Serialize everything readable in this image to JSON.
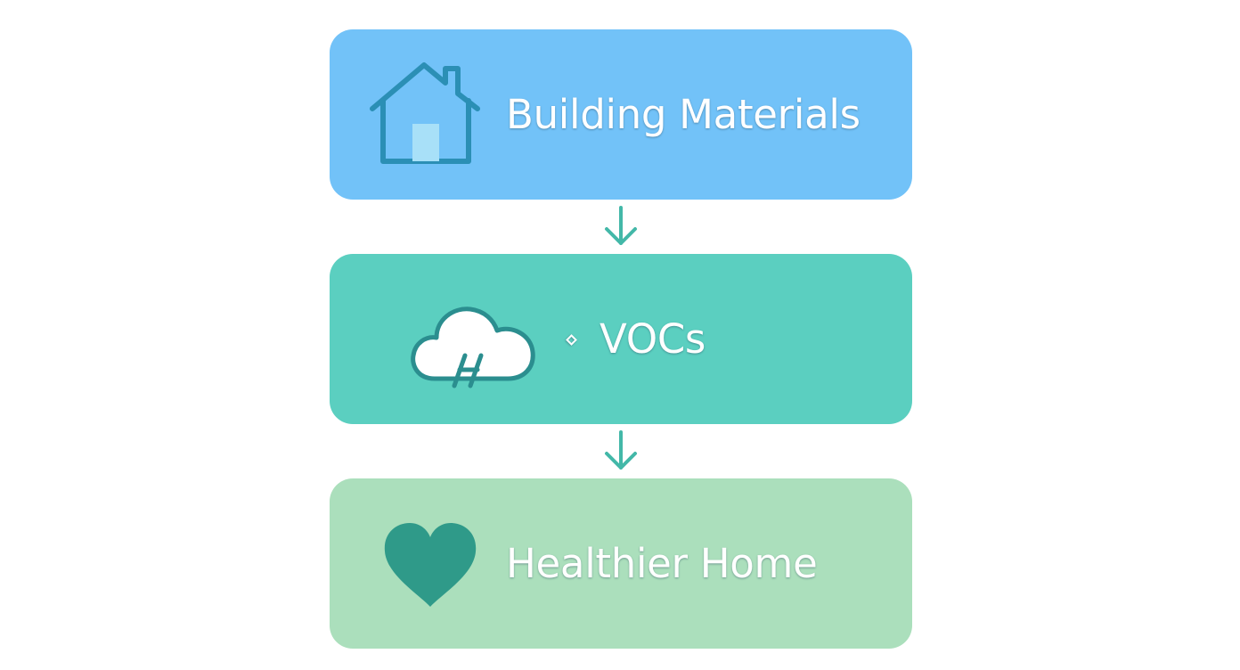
{
  "diagram": {
    "steps": [
      {
        "label": "Building Materials",
        "icon": "house-icon",
        "color": "#72C2F8"
      },
      {
        "label": "VOCs",
        "icon": "cloud-icon",
        "color": "#5BCFC0"
      },
      {
        "label": "Healthier Home",
        "icon": "heart-icon",
        "color": "#ABDFBC"
      }
    ],
    "connectors": [
      {
        "icon": "arrow-down-icon",
        "color": "#43B8A8"
      },
      {
        "icon": "arrow-down-icon",
        "color": "#43B8A8"
      }
    ]
  }
}
